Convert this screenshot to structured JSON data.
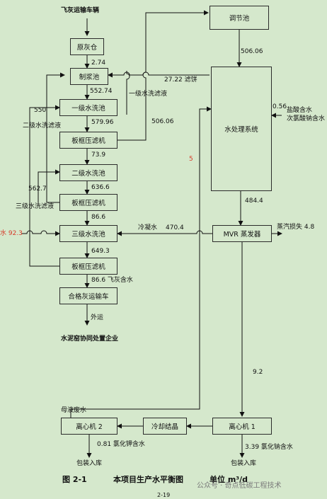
{
  "nodes": {
    "truck": "飞灰运输车辆",
    "silo": "原灰仓",
    "slurry": "制浆池",
    "wash1": "一级水洗池",
    "filter1": "板框压滤机",
    "wash2": "二级水洗池",
    "filter2": "板框压滤机",
    "wash3": "三级水洗池",
    "filter3": "板框压滤机",
    "ash_truck": "合格灰运输车",
    "transport": "外运",
    "cement": "水泥窑协同处置企业",
    "regulating": "调节池",
    "water_treatment": "水处理系统",
    "mvr": "MVR 蒸发器",
    "centrifuge1": "离心机 1",
    "cooling": "冷却结晶",
    "centrifuge2": "离心机 2",
    "packing1": "包装入库",
    "packing2": "包装入库"
  },
  "flows": {
    "v274": "2.74",
    "v552": "552.74",
    "v579": "579.96",
    "v739": "73.9",
    "v636": "636.6",
    "v866a": "86.6",
    "v649": "649.3",
    "v866b": "86.6 飞灰含水",
    "v2722": "27.22 滤饼",
    "v506a": "506.06",
    "v506b": "506.06",
    "v550": "550",
    "v5627": "562.7",
    "v923": "水 92.3",
    "v056": "0.56",
    "salt_in": "盐酸含水",
    "hypo": "次氯酸钠含水",
    "v484": "484.4",
    "condensate": "冷凝水",
    "v4704": "470.4",
    "steam": "蒸汽损失  4.8",
    "v92": "9.2",
    "v5": "5",
    "mother": "母液废水",
    "kcl": "0.81 氯化钾含水",
    "nacl": "3.39 氯化钠含水",
    "filtrate1": "一级水洗滤液",
    "filtrate2": "二级水洗滤液",
    "filtrate3": "三级水洗滤液"
  },
  "caption": {
    "fig": "图 2-1",
    "title": "本项目生产水平衡图",
    "unit": "单位 m³/d",
    "page": "2-19",
    "watermark": "公众号 · 奇点低碳工程技术"
  }
}
